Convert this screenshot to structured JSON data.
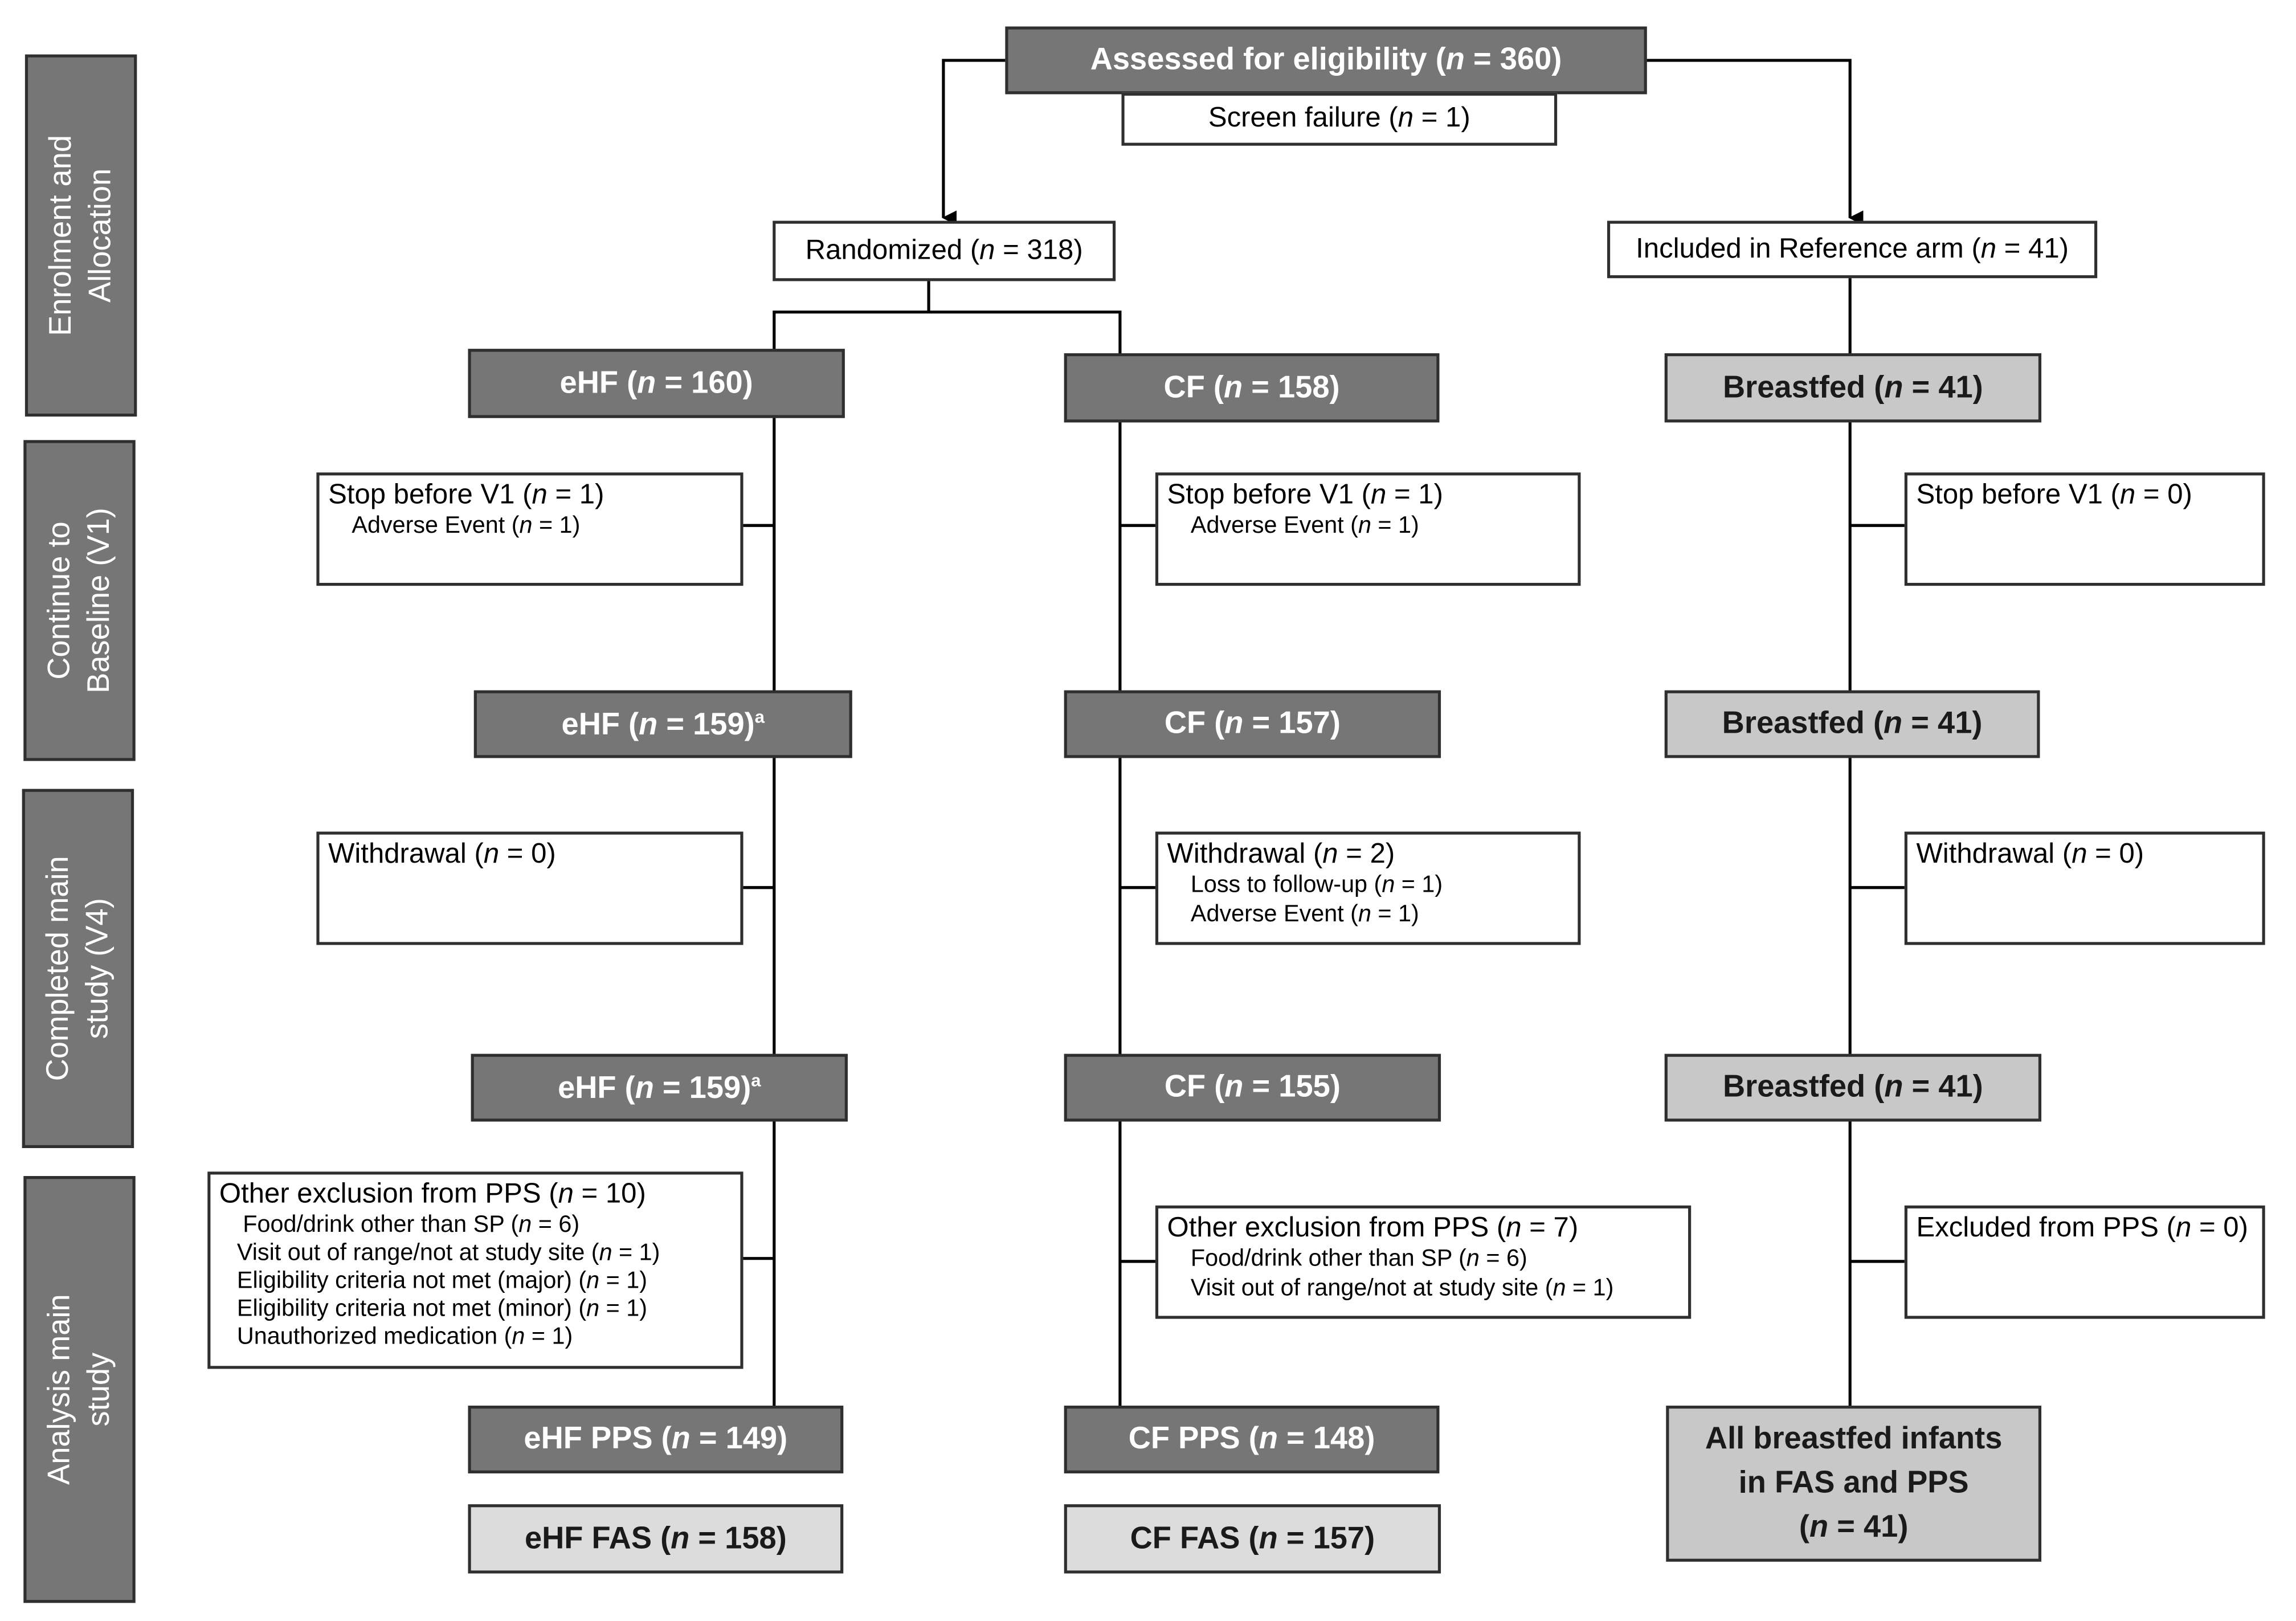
{
  "phases": [
    {
      "line1": "Enrolment  and",
      "line2": "Allocation"
    },
    {
      "line1": "Continue to",
      "line2": "Baseline (V1)"
    },
    {
      "line1": "Completed main",
      "line2": "study (V4)"
    },
    {
      "line1": "Analysis main",
      "line2": "study"
    }
  ],
  "top": {
    "assessed": {
      "label": "Assessed for eligibility (",
      "n": "360"
    },
    "screen_failure": {
      "label": "Screen failure (",
      "n": "1"
    },
    "randomized": {
      "label": "Randomized (",
      "n": "318"
    },
    "reference": {
      "label": "Included in Reference  arm (",
      "n": "41"
    }
  },
  "ehf": {
    "alloc": {
      "label": "eHF (",
      "n": "160"
    },
    "stop_v1": {
      "label": "Stop before V1 (",
      "n": "1",
      "reasons": [
        {
          "label": "Adverse Event (",
          "n": "1"
        }
      ]
    },
    "baseline": {
      "label": "eHF (",
      "n": "159",
      "sup": "a"
    },
    "withdrawal": {
      "label": "Withdrawal (",
      "n": "0"
    },
    "completed": {
      "label": "eHF (",
      "n": "159",
      "sup": "a"
    },
    "exclusion": {
      "label": "Other exclusion from PPS (",
      "n": "10",
      "reasons": [
        {
          "label": "Food/drink other than SP (",
          "n": "6"
        },
        {
          "label": "Visit out of range/not at study site (",
          "n": "1"
        },
        {
          "label": "Eligibility  criteria not met (major) (",
          "n": "1"
        },
        {
          "label": "Eligibility  criteria not met (minor) (",
          "n": "1"
        },
        {
          "label": "Unauthorized medication  (",
          "n": "1"
        }
      ]
    },
    "pps": {
      "label": "eHF PPS (",
      "n": "149"
    },
    "fas": {
      "label": "eHF FAS (",
      "n": "158"
    }
  },
  "cf": {
    "alloc": {
      "label": "CF (",
      "n": "158"
    },
    "stop_v1": {
      "label": "Stop before V1 (",
      "n": "1",
      "reasons": [
        {
          "label": "Adverse Event (",
          "n": "1"
        }
      ]
    },
    "baseline": {
      "label": "CF (",
      "n": "157"
    },
    "withdrawal": {
      "label": "Withdrawal (",
      "n": "2",
      "reasons": [
        {
          "label": "Loss to follow-up (",
          "n": "1"
        },
        {
          "label": "Adverse Event (",
          "n": "1"
        }
      ]
    },
    "completed": {
      "label": "CF (",
      "n": "155"
    },
    "exclusion": {
      "label": "Other exclusion from PPS (",
      "n": "7",
      "reasons": [
        {
          "label": "Food/drink other than SP (",
          "n": "6"
        },
        {
          "label": "Visit out of range/not at study site (",
          "n": "1"
        }
      ]
    },
    "pps": {
      "label": "CF PPS (",
      "n": "148"
    },
    "fas": {
      "label": "CF FAS (",
      "n": "157"
    }
  },
  "bf": {
    "alloc": {
      "label": "Breastfed (",
      "n": "41"
    },
    "stop_v1": {
      "label": "Stop before V1 (",
      "n": "0"
    },
    "baseline": {
      "label": "Breastfed (",
      "n": "41"
    },
    "withdrawal": {
      "label": "Withdrawal (",
      "n": "0"
    },
    "completed": {
      "label": "Breastfed (",
      "n": "41"
    },
    "exclusion": {
      "label": "Excluded from PPS (",
      "n": "0"
    },
    "final": {
      "line1": "All breastfed infants",
      "line2": "in FAS and PPS",
      "line3_prefix": "(",
      "n": "41"
    }
  },
  "n_symbol": "n",
  "equals": " = ",
  "close": ")",
  "colors": {
    "dark_box": "#767676",
    "light_box": "#c8c8c8",
    "pale_box": "#dcdcdc",
    "border": "#2f2f2f"
  }
}
